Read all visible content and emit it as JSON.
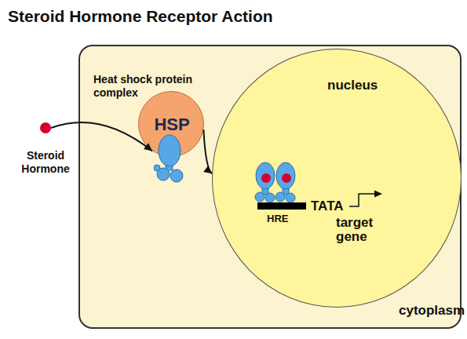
{
  "diagram": {
    "title": "Steroid Hormone Receptor Action",
    "nodes": [
      {
        "text": [
          "cytoplasm"
        ]
      },
      {
        "text": [
          "Heat shock protein complex",
          "HSP"
        ],
        "in": 0
      },
      {
        "text": [
          "nucleus"
        ],
        "in": 0
      },
      {
        "text": [
          "Steroid Hormone"
        ]
      }
    ],
    "edges": [
      {
        "from": 3,
        "to": 1,
        "arrow": "to"
      },
      {
        "from": 1,
        "to": 2,
        "arrow": "to"
      }
    ],
    "labels": [
      "HRE",
      "TATA",
      "target gene"
    ]
  }
}
